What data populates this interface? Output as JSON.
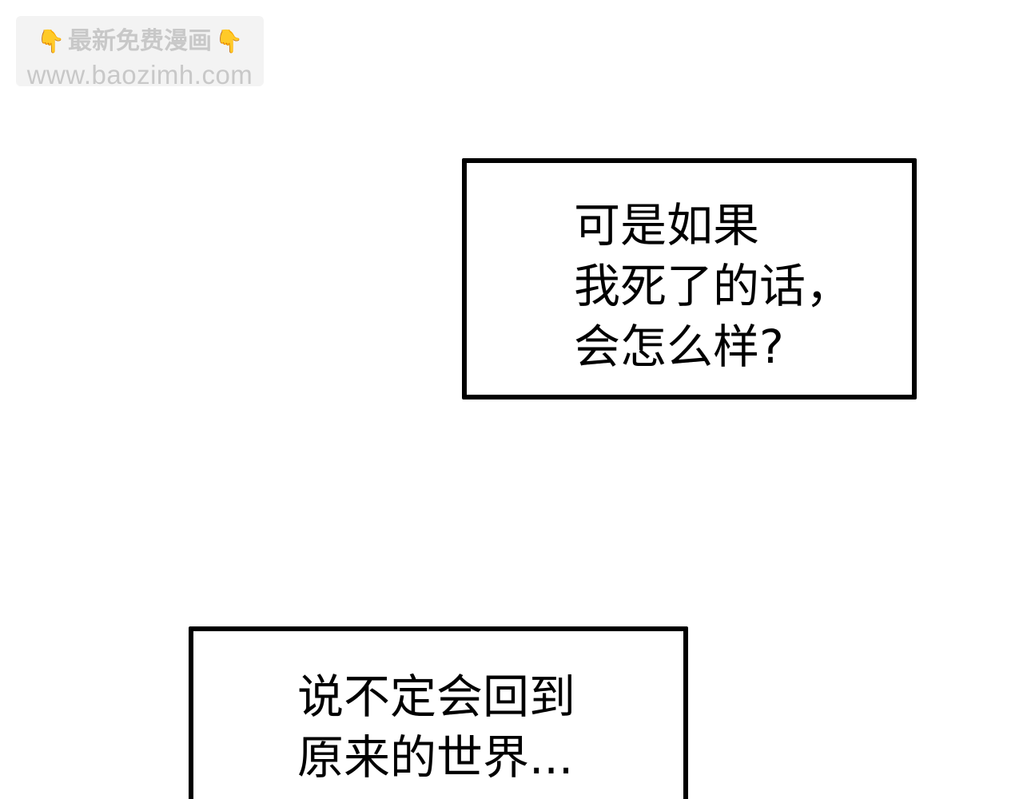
{
  "watermark": {
    "icon_left": "pointing-down-hand-icon",
    "icon_right": "pointing-down-hand-icon",
    "title": "最新免费漫画",
    "url": "www.baozimh.com",
    "hand_glyph": "👇",
    "color": "#c8c8c8",
    "background": "#f3f3f3"
  },
  "captions": [
    {
      "lines": [
        "可是如果",
        "我死了的话，",
        "会怎么样?"
      ]
    },
    {
      "lines": [
        "说不定会回到",
        "原来的世界..."
      ]
    }
  ]
}
